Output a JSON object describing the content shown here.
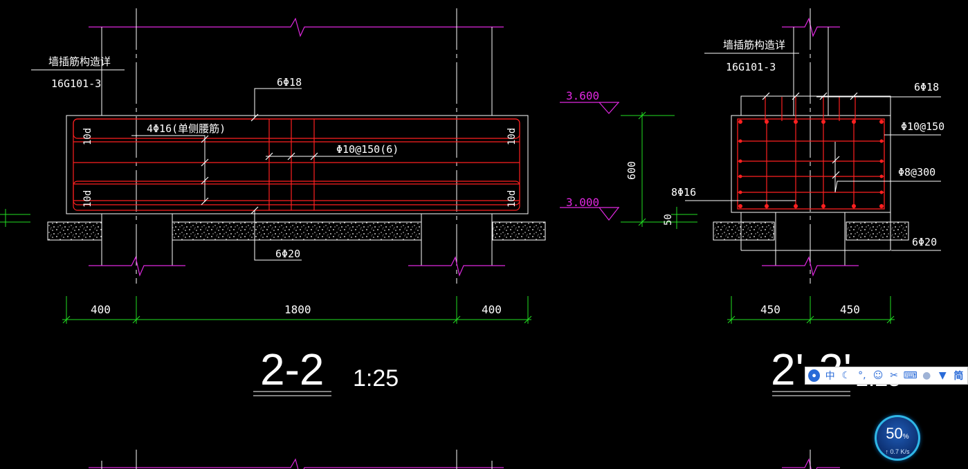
{
  "left_section": {
    "wall_note_title": "墙插筋构造详",
    "wall_note_ref": "16G101-3",
    "top_bar_label": "6Φ18",
    "waist_bar_label": "4Φ16(单侧腰筋)",
    "stirrup_label": "Φ10@150(6)",
    "bottom_bar_label": "6Φ20",
    "anchor_tl": "10d",
    "anchor_bl": "10d",
    "anchor_tr": "10d",
    "anchor_br": "10d",
    "dim_left": "400",
    "dim_mid": "1800",
    "dim_right": "400",
    "section_title": "2-2",
    "scale": "1:25"
  },
  "elevations": {
    "top": "3.600",
    "bottom": "3.000",
    "height_dim": "600",
    "small_dim": "50"
  },
  "right_section": {
    "wall_note_title": "墙插筋构造详",
    "wall_note_ref": "16G101-3",
    "top_bar_label": "6Φ18",
    "stirrup_label": "Φ10@150",
    "tie_label": "Φ8@300",
    "side_bar_label": "8Φ16",
    "bottom_bar_label": "6Φ20",
    "dim_left": "450",
    "dim_right": "450",
    "section_title": "2'-2'",
    "scale": "1:25"
  },
  "ime_toolbar": {
    "chinese_label": "中",
    "simplified_label": "简"
  },
  "speed_widget": {
    "percent": "50",
    "percent_unit": "%",
    "rate": "↑ 0.7 K/s"
  },
  "colors": {
    "magenta": "#e028e0",
    "red": "#ff2020",
    "green": "#22e022",
    "white": "#ffffff",
    "background": "#000000"
  }
}
